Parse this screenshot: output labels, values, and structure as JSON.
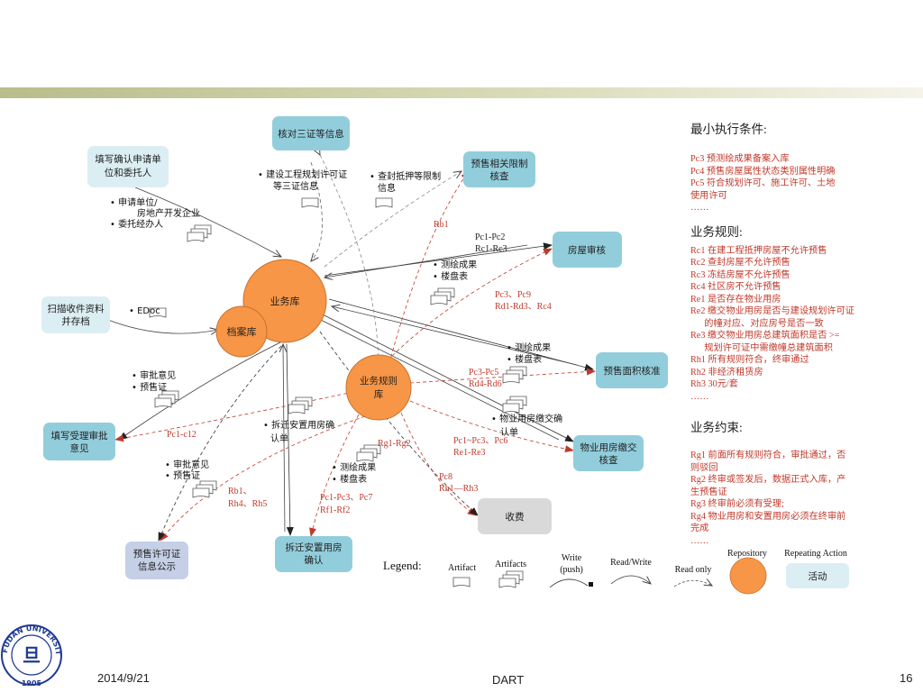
{
  "nodes": {
    "hedui": "核对三证等信息",
    "tianxie_queren": [
      "填写确认申请单",
      "位和委托人"
    ],
    "yushou_xianzhi": [
      "预售相关限制",
      "核查"
    ],
    "fangwu": "房屋审核",
    "saomiao": [
      "扫描收件资料",
      "并存档"
    ],
    "yewuku": "业务库",
    "dananku": "档案库",
    "guizeku": [
      "业务规则",
      "库"
    ],
    "mianji": "预售面积核准",
    "tianxie_shoulishenpi": [
      "填写受理审批",
      "意见"
    ],
    "wuyeyongfang": [
      "物业用房缴交",
      "核查"
    ],
    "shoufei": "收费",
    "gongshi": [
      "预售许可证",
      "信息公示"
    ],
    "chaiqian": [
      "拆迁安置用房",
      "确认"
    ]
  },
  "artifacts": {
    "a1": [
      "• 建设工程规划许可证",
      "等三证信息"
    ],
    "a2": [
      "• 查封抵押等限制",
      "信息"
    ],
    "a3": [
      "• 申请单位/",
      "房地产开发企业",
      "• 委托经办人"
    ],
    "a4": "• EDoc",
    "a5": [
      "• 测绘成果",
      "• 楼盘表"
    ],
    "a6": [
      "• 测绘成果",
      "• 楼盘表"
    ],
    "a7": [
      "• 审批意见",
      "• 预售证"
    ],
    "a8": [
      "• 拆迁安置用房确",
      "认单"
    ],
    "a9": [
      "• 物业用房缴交确",
      "认单"
    ],
    "a10": [
      "• 审批意见",
      "• 预售证"
    ],
    "a11": [
      "• 测绘成果",
      "• 楼盘表"
    ]
  },
  "edge_labels": {
    "rb1": "Rb1",
    "pc12": [
      "Pc1-Pc2",
      "Rc1-Rc3"
    ],
    "pc3": [
      "Pc3、Pc9",
      "Rd1-Rd3、Rc4"
    ],
    "pc35": [
      "Pc3-Pc5",
      "Rd4-Rd6"
    ],
    "pc112": "Pc1-c12",
    "rg": "Rg1-Rg2",
    "pc16": [
      "Pc1~Pc3、Pc6",
      "Re1-Re3"
    ],
    "pc8": [
      "Pc8",
      "Rh1—Rh3"
    ],
    "rb1h": [
      "Rb1、",
      "Rh4、Rh5"
    ],
    "pc17": [
      "Pc1-Pc3、Pc7",
      "Rf1-Rf2"
    ]
  },
  "legend": {
    "title": "Legend:",
    "artifact": "Artifact",
    "artifacts": "Artifacts",
    "write": [
      "Write",
      "(push)"
    ],
    "readwrite": "Read/Write",
    "readonly": "Read only",
    "repository": "Repository",
    "repeating": "Repeating Action",
    "activity": "活动"
  },
  "panel": {
    "min_title": "最小执行条件:",
    "min_items": [
      "Pc3 预测绘成果备案入库",
      "Pc4 预售房屋属性状态类别属性明确",
      "Pc5 符合规划许可、施工许可、土地",
      "使用许可",
      "……"
    ],
    "rules_title": "业务规则:",
    "rules_items": [
      "Rc1 在建工程抵押房屋不允许预售",
      "Rc2 查封房屋不允许预售",
      "Rc3 冻结房屋不允许预售",
      "Rc4 社区房不允许预售",
      "Re1 是否存在物业用房",
      "Re2 缴交物业用房是否与建设规划许可证",
      "      的幢对应、对应房号是否一致",
      "Re3 缴交物业用房总建筑面积是否 >=",
      "      规划许可证中需缴幢总建筑面积",
      "Rh1 所有规则符合，终审通过",
      "Rh2 非经济租赁房",
      "Rh3 30元/套",
      "……"
    ],
    "constraints_title": "业务约束:",
    "constraints_items": [
      "Rg1 前面所有规则符合，审批通过，否",
      "则驳回",
      "Rg2 终审或签发后，数据正式入库，产",
      "生预售证",
      "Rg3 终审前必须有受理;",
      "Rg4 物业用房和安置用房必须在终审前",
      "完成",
      "……"
    ]
  },
  "footer": {
    "date": "2014/9/21",
    "center": "DART",
    "page": "16"
  },
  "logo": {
    "text": "FUDAN UNIVERSITY",
    "year": "1905",
    "seal": "旦"
  },
  "colors": {
    "node_blue": "#92cddc",
    "node_light_blue": "#dbeef3",
    "node_lavender": "#c5d0e6",
    "node_gray": "#d9d9d9",
    "repo_orange": "#f79646",
    "rule_red": "#c0392b",
    "header_band": "#c4c79a",
    "logo_blue": "#1f3a93"
  }
}
